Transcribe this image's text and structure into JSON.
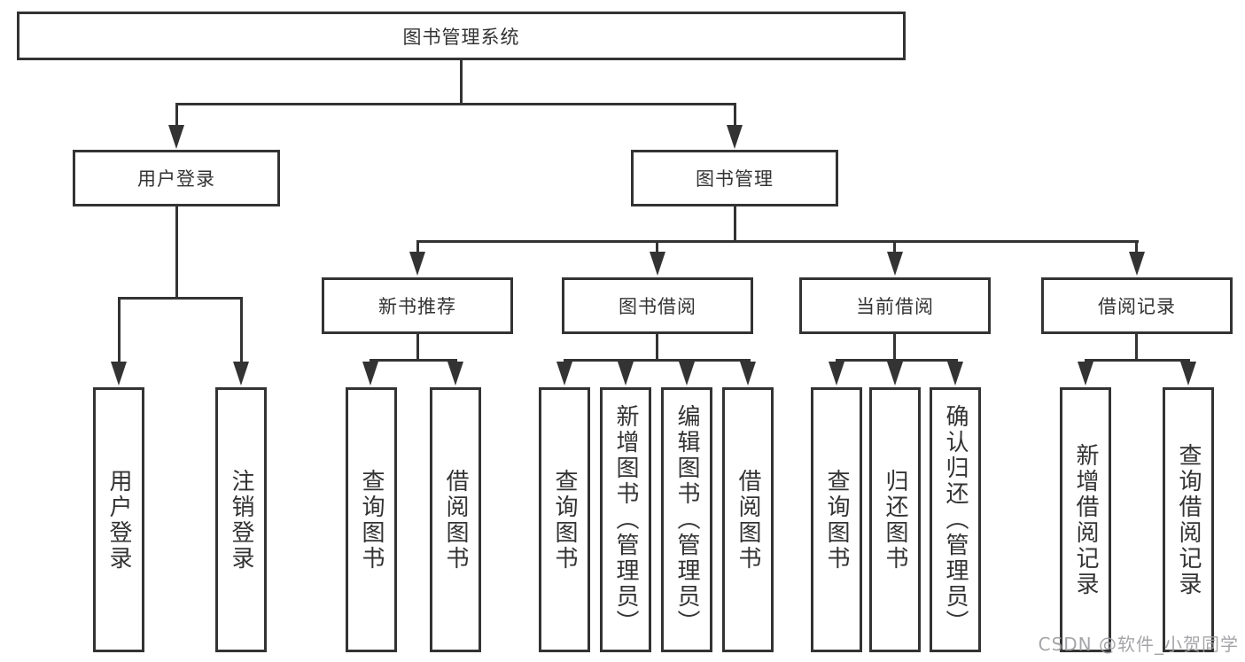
{
  "tree": {
    "label": "图书管理系统",
    "children": [
      {
        "label": "用户登录",
        "children": [
          {
            "label": "用户登录"
          },
          {
            "label": "注销登录"
          }
        ]
      },
      {
        "label": "图书管理",
        "children": [
          {
            "label": "新书推荐",
            "children": [
              {
                "label": "查询图书"
              },
              {
                "label": "借阅图书"
              }
            ]
          },
          {
            "label": "图书借阅",
            "children": [
              {
                "label": "查询图书"
              },
              {
                "label": "新增图书（管理员）"
              },
              {
                "label": "编辑图书（管理员）"
              },
              {
                "label": "借阅图书"
              }
            ]
          },
          {
            "label": "当前借阅",
            "children": [
              {
                "label": "查询图书"
              },
              {
                "label": "归还图书"
              },
              {
                "label": "确认归还（管理员）"
              }
            ]
          },
          {
            "label": "借阅记录",
            "children": [
              {
                "label": "新增借阅记录"
              },
              {
                "label": "查询借阅记录"
              }
            ]
          }
        ]
      }
    ]
  },
  "watermark": {
    "text": "CSDN @软件_小贺同学",
    "color": "#9e9ea2"
  },
  "colors": {
    "line": "#333333",
    "box_border": "#333333",
    "text": "#333333",
    "background": "#ffffff"
  }
}
